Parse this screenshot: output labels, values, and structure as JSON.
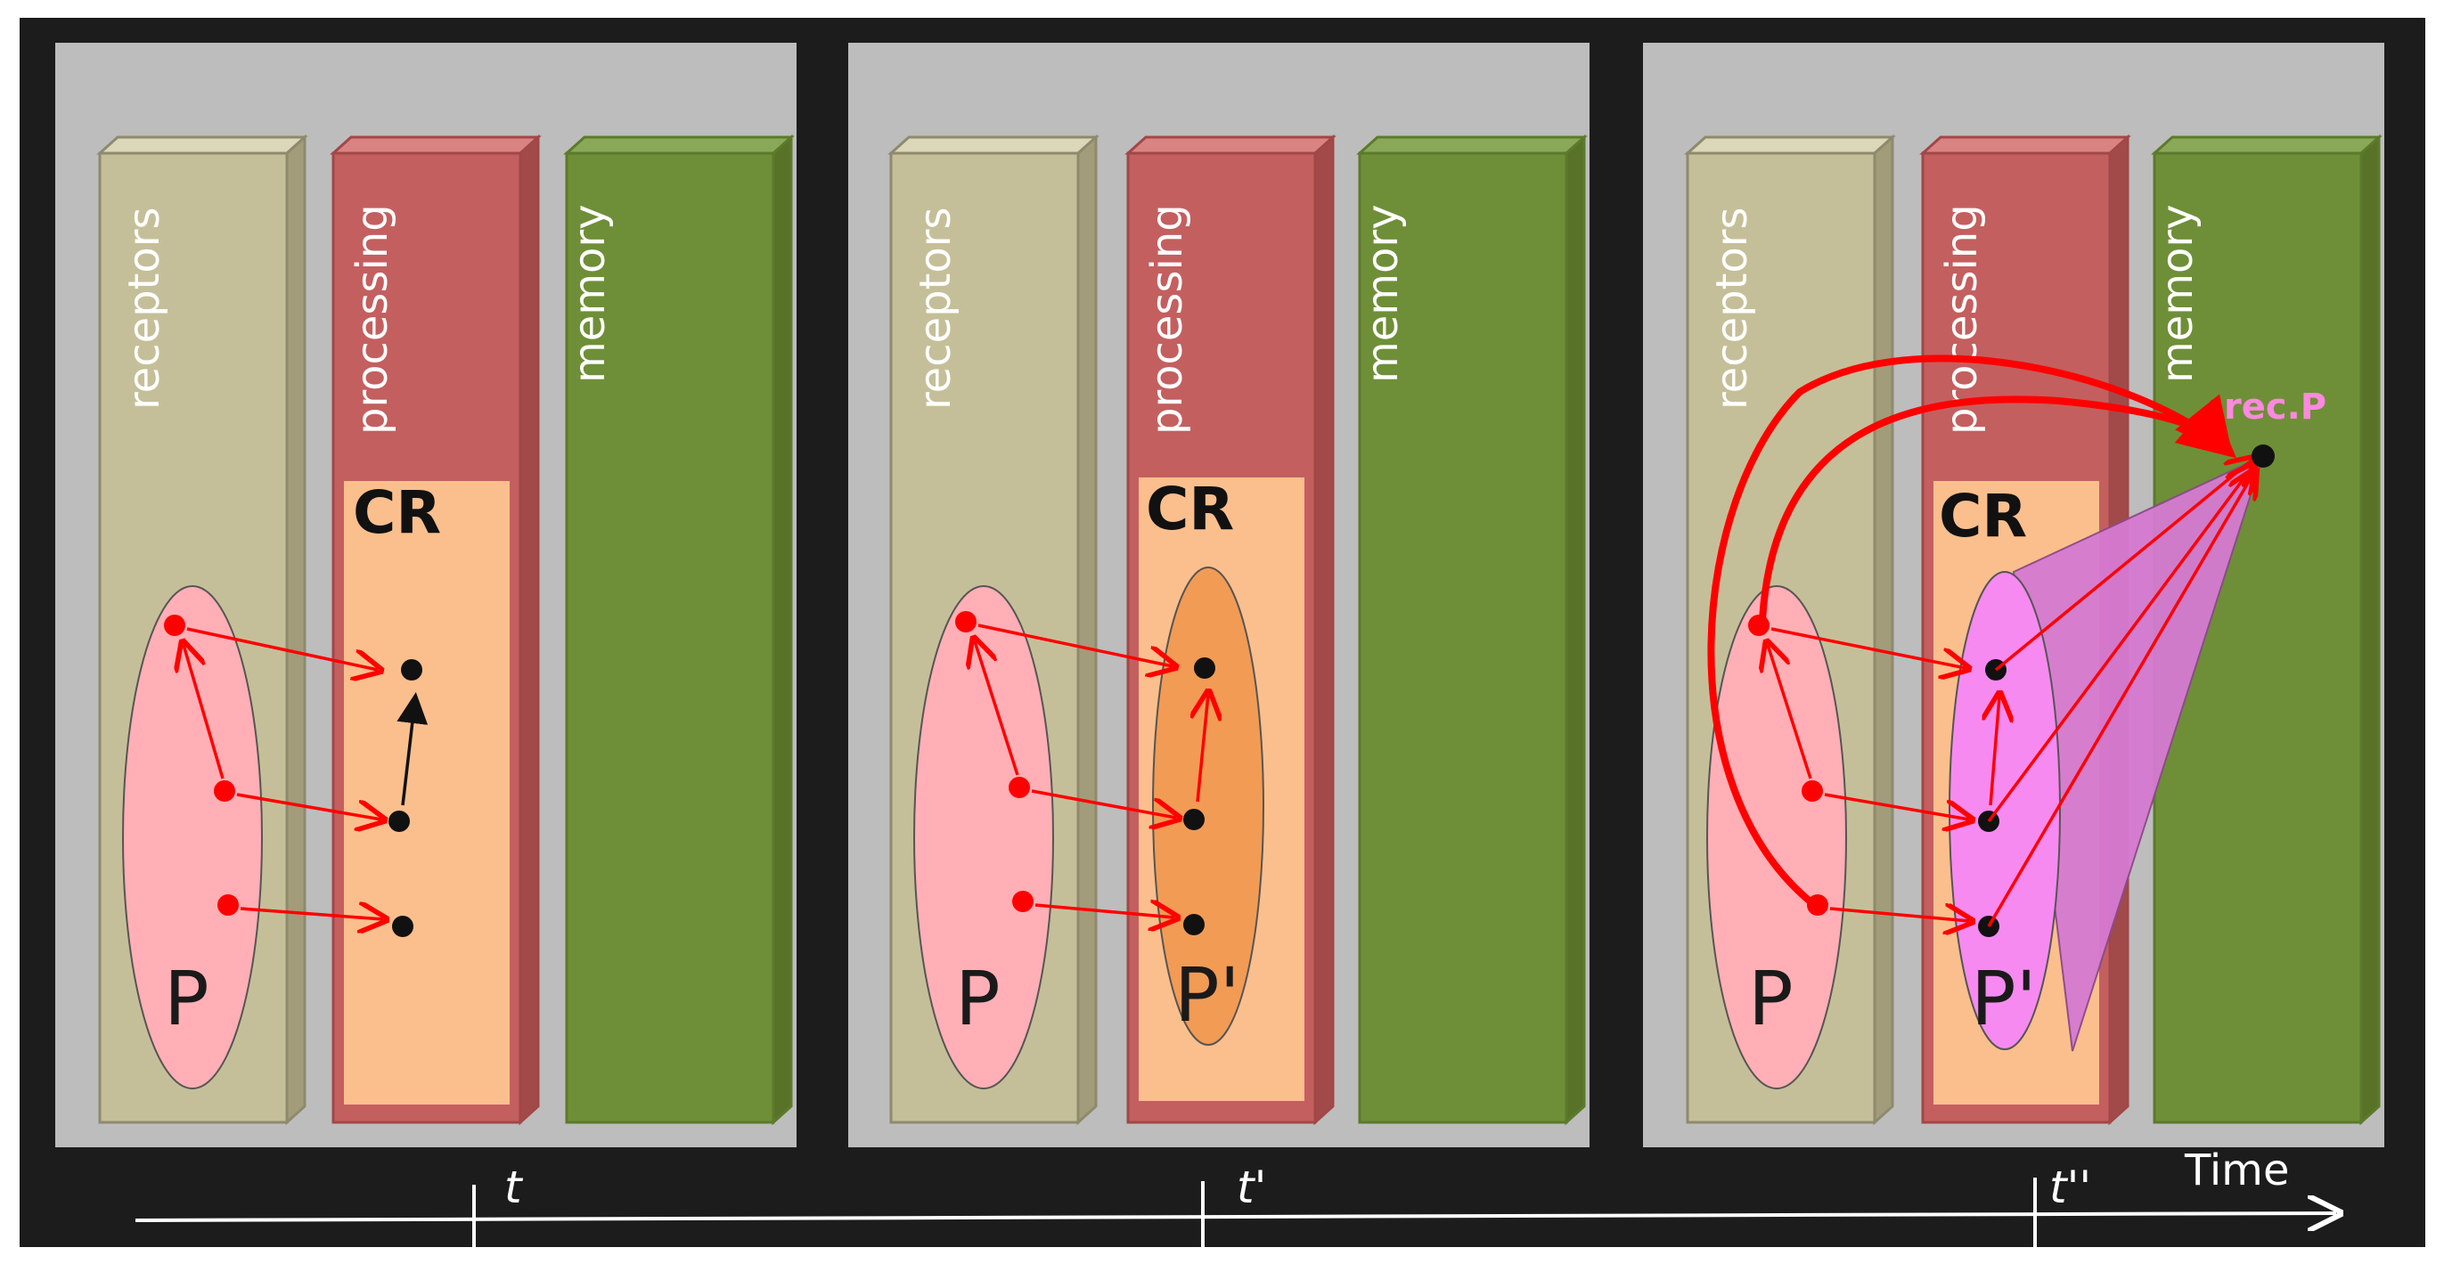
{
  "columns": {
    "receptors": "receptors",
    "processing": "processing",
    "memory": "memory"
  },
  "cr_label": "CR",
  "p_label": "P",
  "p_prime_label": "P'",
  "rec_label": "rec.P",
  "timeline": {
    "label": "Time",
    "ticks": [
      "t",
      "t'",
      "t''"
    ]
  },
  "colors": {
    "background": "#1c1c1c",
    "panel": "#bdbdbd",
    "receptors": "#c5bf99",
    "processing": "#c45f5f",
    "cr_region": "#fbbf8d",
    "memory": "#6e8f37",
    "p_ellipse": "#ffafb5",
    "p_prime_orange": "#f29b55",
    "p_prime_pink": "#f78af0",
    "cone": "#d67ad2",
    "arrow": "#ff0000"
  }
}
